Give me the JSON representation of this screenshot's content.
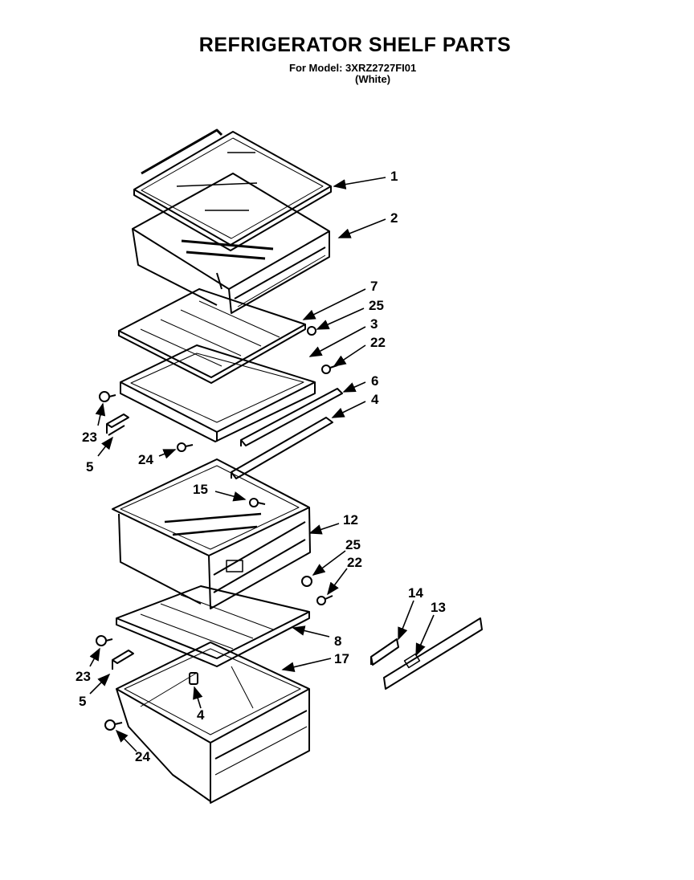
{
  "header": {
    "title": "REFRIGERATOR SHELF PARTS",
    "model_line": "For Model: 3XRZ2727FI01",
    "variant": "(White)"
  },
  "callouts": {
    "c1": "1",
    "c2": "2",
    "c7": "7",
    "c25a": "25",
    "c3": "3",
    "c22a": "22",
    "c6": "6",
    "c4a": "4",
    "c23a": "23",
    "c5a": "5",
    "c24a": "24",
    "c15": "15",
    "c12": "12",
    "c25b": "25",
    "c22b": "22",
    "c14": "14",
    "c13": "13",
    "c8": "8",
    "c17": "17",
    "c23b": "23",
    "c5b": "5",
    "c4b": "4",
    "c24b": "24"
  }
}
